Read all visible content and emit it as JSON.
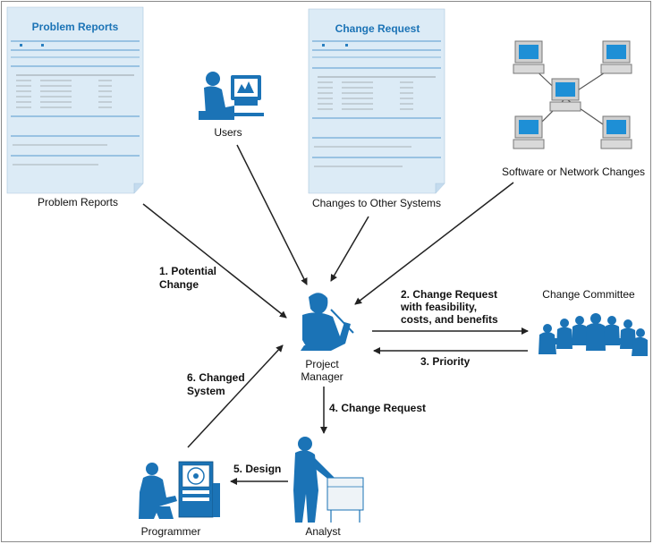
{
  "colors": {
    "figure": "#1b73b6",
    "doc_bg": "#dcebf6",
    "doc_line": "#2a7fc0",
    "arrow": "#222222"
  },
  "documents": {
    "problem_reports": {
      "title": "Problem Reports"
    },
    "change_request": {
      "title": "Change Request"
    }
  },
  "nodes": {
    "problem_reports": "Problem Reports",
    "users": "Users",
    "changes_other": "Changes to Other Systems",
    "software_network": "Software or Network Changes",
    "project_manager_1": "Project",
    "project_manager_2": "Manager",
    "change_committee": "Change Committee",
    "programmer": "Programmer",
    "analyst": "Analyst"
  },
  "steps": {
    "s1_a": "1. Potential",
    "s1_b": "Change",
    "s2_a": "2. Change Request",
    "s2_b": "with feasibility,",
    "s2_c": "costs, and benefits",
    "s3": "3. Priority",
    "s4": "4. Change Request",
    "s5": "5. Design",
    "s6_a": "6. Changed",
    "s6_b": "System"
  },
  "icons": {
    "problem_doc": "document-icon",
    "change_doc": "document-icon",
    "user": "user-at-computer-icon",
    "network": "computer-network-icon",
    "manager": "project-manager-icon",
    "committee": "meeting-group-icon",
    "programmer": "programmer-at-console-icon",
    "analyst": "analyst-icon"
  }
}
